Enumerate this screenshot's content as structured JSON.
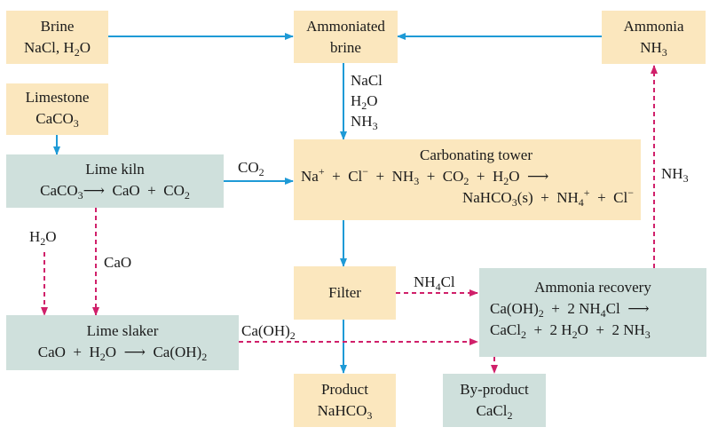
{
  "boxes": {
    "brine": {
      "line1": "Brine",
      "line2": "NaCl, H",
      "line2_sub": "2",
      "line2_tail": "O"
    },
    "ammoniated_brine": {
      "line1": "Ammoniated",
      "line2": "brine"
    },
    "ammonia": {
      "line1": "Ammonia",
      "line2": "NH",
      "line2_sub": "3"
    },
    "limestone": {
      "line1": "Limestone",
      "line2": "CaCO",
      "line2_sub": "3"
    },
    "lime_kiln": {
      "title": "Lime kiln",
      "eq_a": "CaCO",
      "eq_a_sub": "3",
      "eq_b": "⟶  CaO  +  CO",
      "eq_b_sub": "2"
    },
    "carbonating_tower": {
      "title": "Carbonating tower",
      "r1": "Na",
      "r1_sup": "+",
      "r2": "  +  Cl",
      "r2_sup": "−",
      "r3": "  +  NH",
      "r3_sub": "3",
      "r4": "  +  CO",
      "r4_sub": "2",
      "r5": "  +  H",
      "r5_sub": "2",
      "r6": "O  ⟶",
      "p1": "NaHCO",
      "p1_sub": "3",
      "p2": "(s)  +  NH",
      "p2_sub": "4",
      "p2_sup": "+",
      "p3": "  +  Cl",
      "p3_sup": "−"
    },
    "filter": {
      "label": "Filter"
    },
    "ammonia_recovery": {
      "title": "Ammonia recovery",
      "r1": "Ca(OH)",
      "r1_sub": "2",
      "r2": "  +  2 NH",
      "r2_sub": "4",
      "r3": "Cl  ⟶",
      "p1": "CaCl",
      "p1_sub": "2",
      "p2": "  +  2 H",
      "p2_sub": "2",
      "p3": "O  +  2 NH",
      "p3_sub": "3"
    },
    "lime_slaker": {
      "title": "Lime slaker",
      "eq_a": "CaO  +  H",
      "eq_a_sub": "2",
      "eq_b": "O  ⟶  Ca(OH)",
      "eq_b_sub": "2"
    },
    "product": {
      "line1": "Product",
      "line2": "NaHCO",
      "line2_sub": "3"
    },
    "byproduct": {
      "line1": "By-product",
      "line2": "CaCl",
      "line2_sub": "2"
    }
  },
  "labels": {
    "nacl": "NaCl",
    "h2o_a": "H",
    "h2o_a_sub": "2",
    "h2o_a_tail": "O",
    "nh3_a": "NH",
    "nh3_a_sub": "3",
    "co2": "CO",
    "co2_sub": "2",
    "nh3_right": "NH",
    "nh3_right_sub": "3",
    "h2o_left": "H",
    "h2o_left_sub": "2",
    "h2o_left_tail": "O",
    "cao": "CaO",
    "nh4cl": "NH",
    "nh4cl_sub": "4",
    "nh4cl_tail": "Cl",
    "caoh2": "Ca(OH)",
    "caoh2_sub": "2"
  },
  "colors": {
    "solid_arrow": "#1e9ad6",
    "dashed_arrow": "#d0206a",
    "cream": "#fbe7be",
    "gray": "#cfe0dc"
  }
}
